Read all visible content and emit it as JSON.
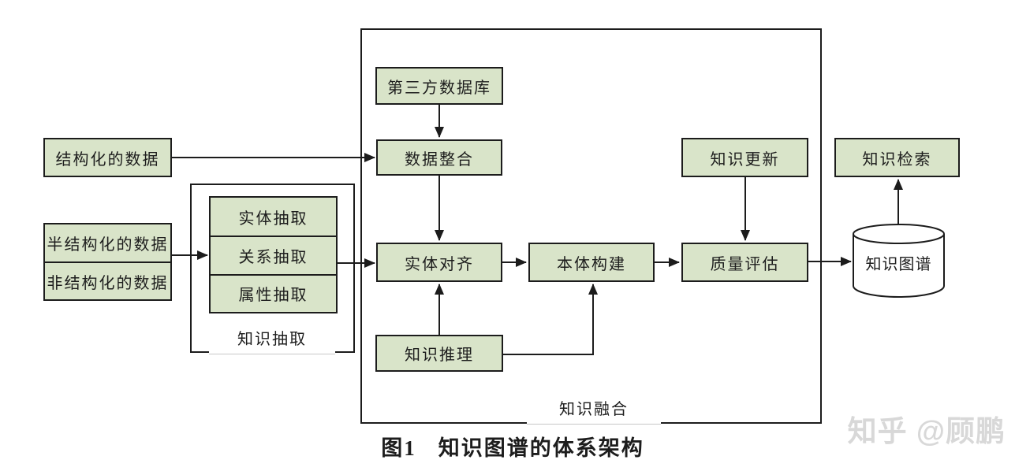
{
  "colors": {
    "node_fill": "#d9e4c9",
    "node_border": "#1c1c1c",
    "text": "#1d1d1d",
    "watermark": "#d8d8d8"
  },
  "nodes": {
    "structured_data": "结构化的数据",
    "semi_structured_data": "半结构化的数据",
    "unstructured_data": "非结构化的数据",
    "entity_extraction": "实体抽取",
    "relation_extraction": "关系抽取",
    "attribute_extraction": "属性抽取",
    "third_party_db": "第三方数据库",
    "data_integration": "数据整合",
    "entity_alignment": "实体对齐",
    "ontology_construction": "本体构建",
    "knowledge_reasoning": "知识推理",
    "knowledge_update": "知识更新",
    "quality_evaluation": "质量评估",
    "knowledge_graph": "知识图谱",
    "knowledge_retrieval": "知识检索"
  },
  "groups": {
    "knowledge_extraction": "知识抽取",
    "knowledge_fusion": "知识融合"
  },
  "caption": {
    "figure_label": "图1",
    "figure_title": "知识图谱的体系架构"
  },
  "watermark": "知乎 @顾鹏"
}
